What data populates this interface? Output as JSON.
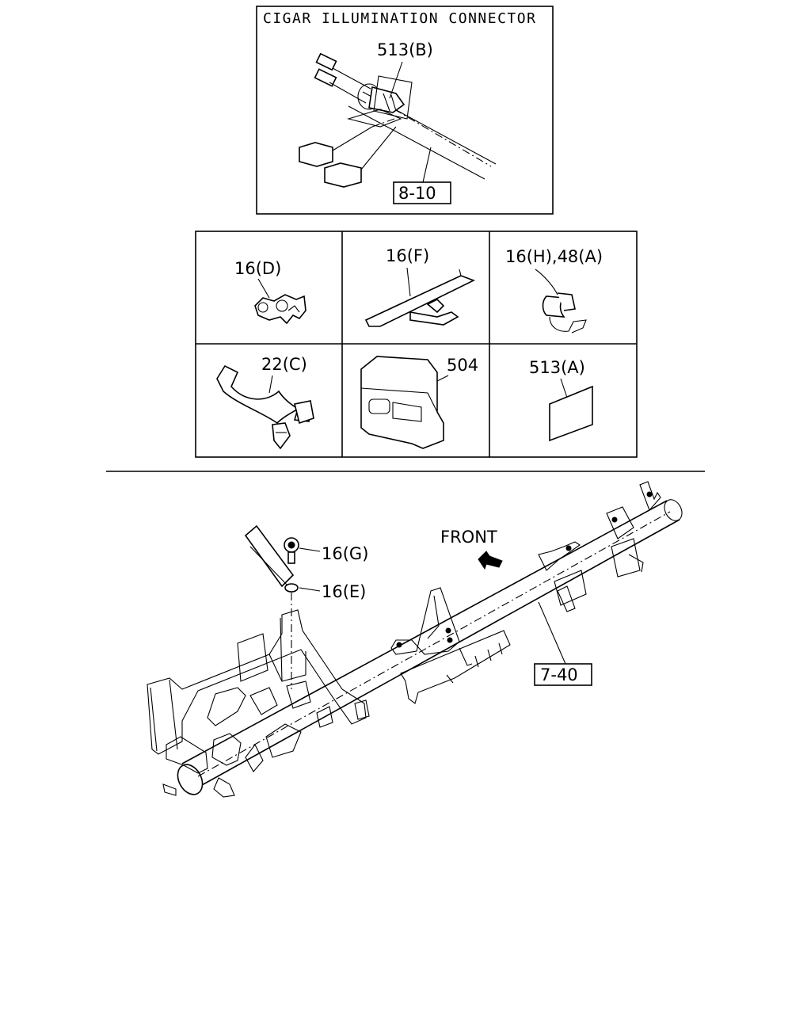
{
  "inset": {
    "title": "CIGAR ILLUMINATION CONNECTOR",
    "part_label": "513(B)",
    "ref_box": "8-10"
  },
  "parts_grid": {
    "cells": [
      {
        "label": "16(D)"
      },
      {
        "label": "16(F)"
      },
      {
        "label": "16(H),48(A)"
      },
      {
        "label": "22(C)"
      },
      {
        "label": "504"
      },
      {
        "label": "513(A)"
      }
    ]
  },
  "main_view": {
    "front_label": "FRONT",
    "label_16g": "16(G)",
    "label_16e": "16(E)",
    "ref_box": "7-40"
  }
}
